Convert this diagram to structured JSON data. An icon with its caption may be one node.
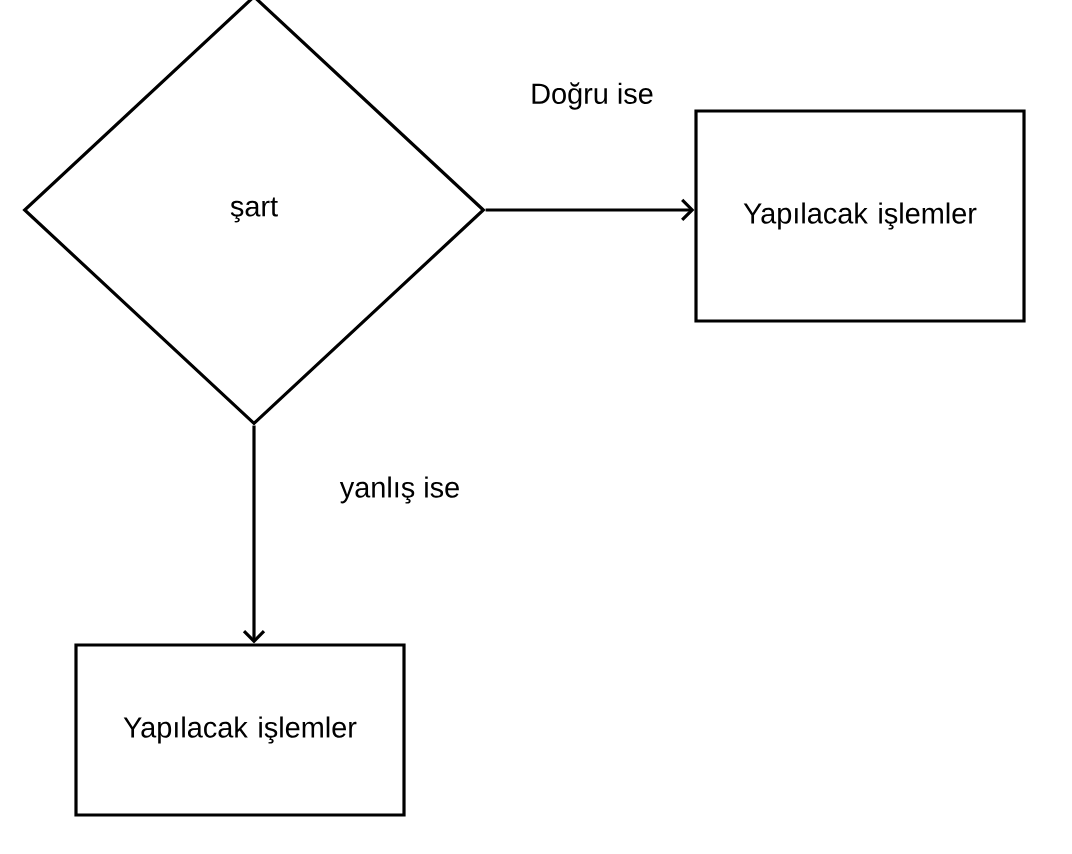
{
  "diagram": {
    "nodes": [
      {
        "text": [
          "şart"
        ]
      },
      {
        "text": [
          "Yapılacak işlemler"
        ]
      },
      {
        "text": [
          "Yapılacak işlemler"
        ]
      }
    ],
    "edges": [
      {
        "from": 0,
        "to": 1,
        "arrow": "to",
        "label": "Doğru ise"
      },
      {
        "from": 0,
        "to": 2,
        "arrow": "to",
        "label": "yanlış ise"
      }
    ]
  }
}
